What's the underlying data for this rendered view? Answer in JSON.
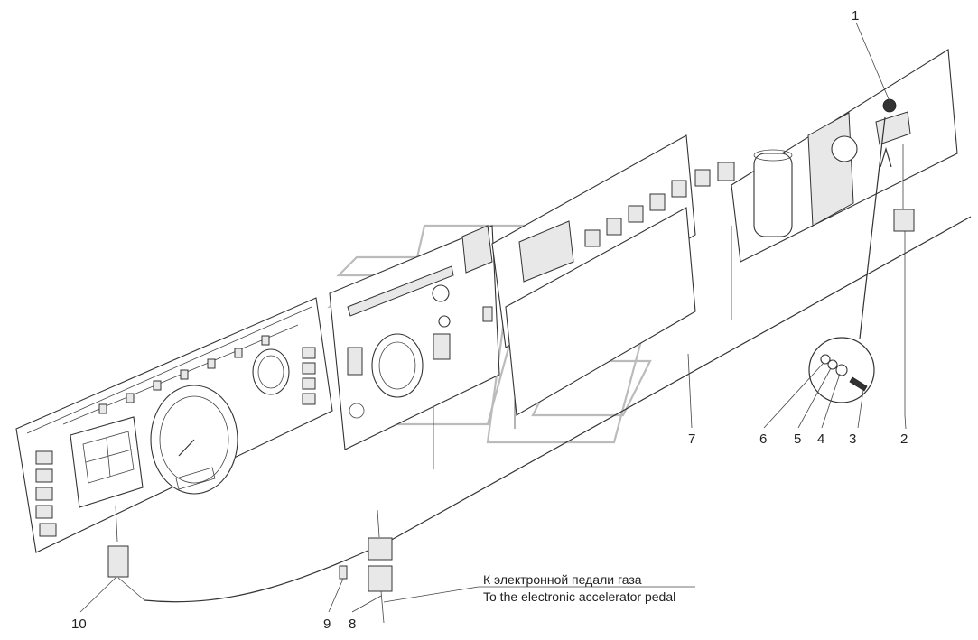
{
  "callouts": [
    {
      "id": "c1",
      "label": "1"
    },
    {
      "id": "c2",
      "label": "2"
    },
    {
      "id": "c3",
      "label": "3"
    },
    {
      "id": "c4",
      "label": "4"
    },
    {
      "id": "c5",
      "label": "5"
    },
    {
      "id": "c6",
      "label": "6"
    },
    {
      "id": "c7",
      "label": "7"
    },
    {
      "id": "c8",
      "label": "8"
    },
    {
      "id": "c9",
      "label": "9"
    },
    {
      "id": "c10",
      "label": "10"
    }
  ],
  "caption": {
    "ru": "К электронной педали газа",
    "en": "To the electronic accelerator pedal"
  }
}
